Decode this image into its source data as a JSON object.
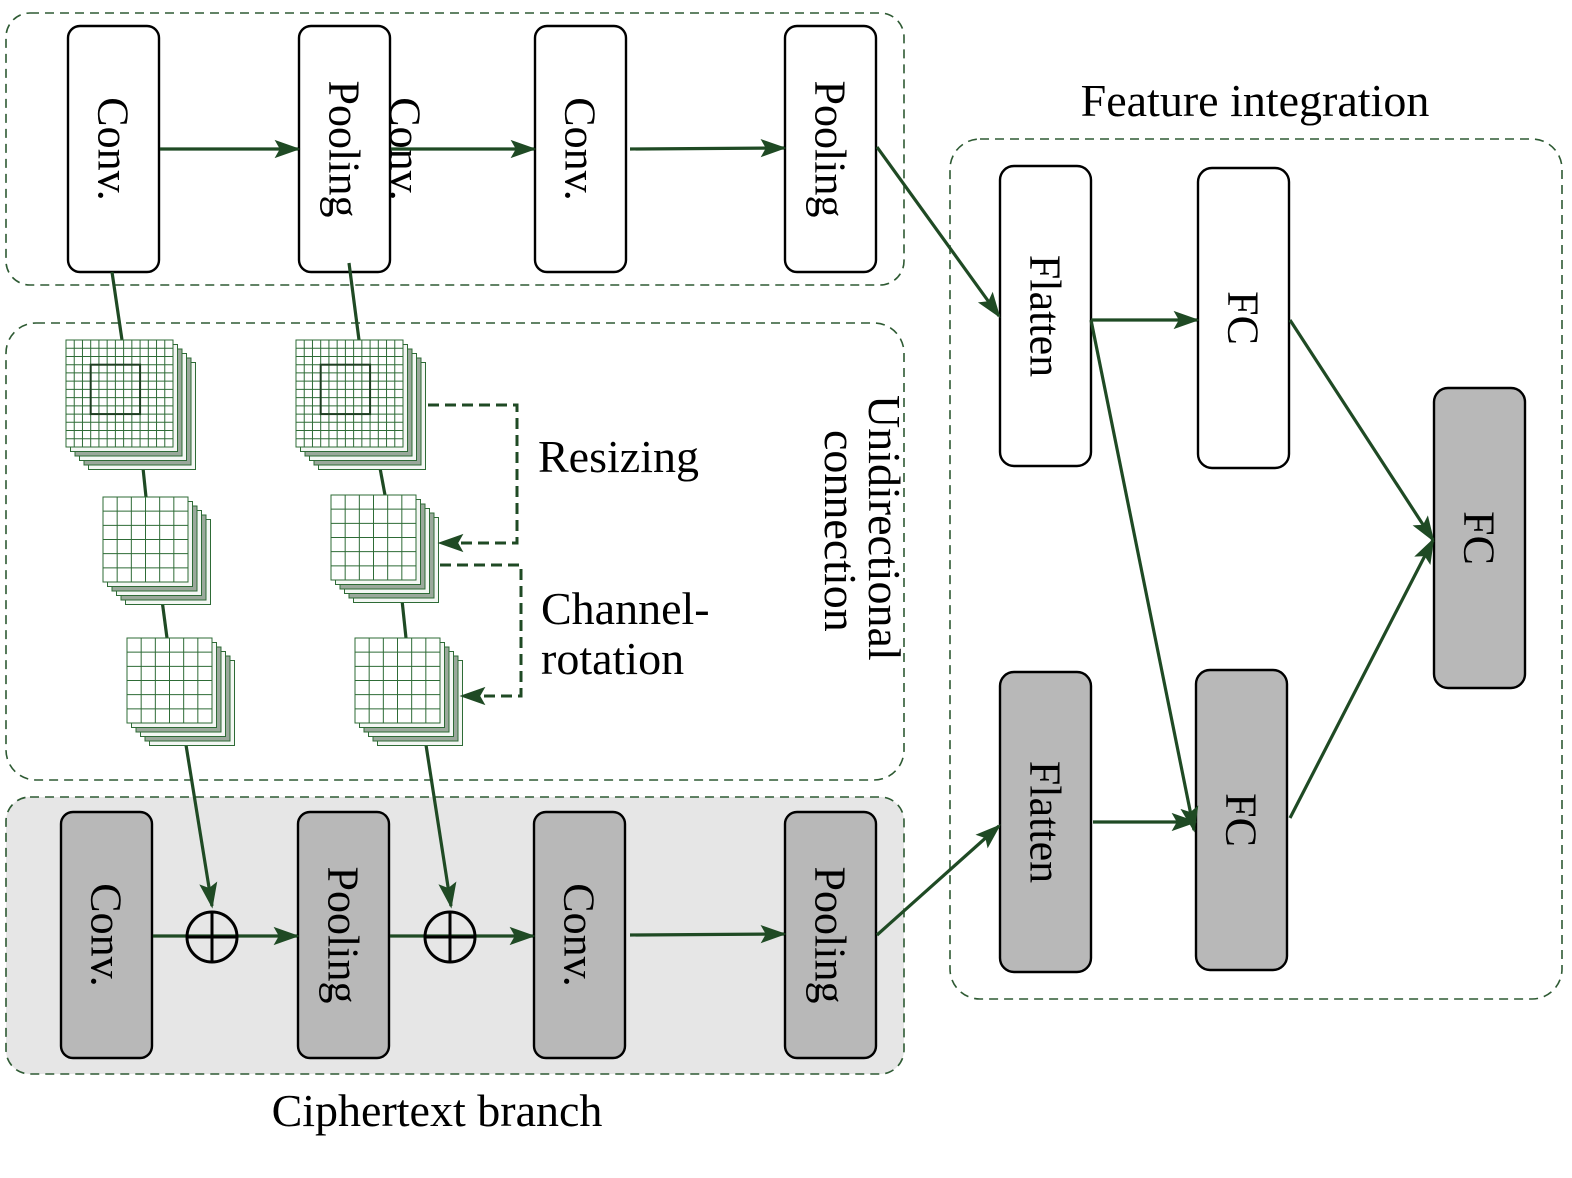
{
  "colors": {
    "arrow": "#1f4a24",
    "dash_border": "#2e5a33",
    "block_white_fill": "#ffffff",
    "block_gray_fill": "#b8b8b8",
    "cipher_panel_fill": "#e6e6e6",
    "grid_line": "#2e6b36",
    "stack_shade": "#9aa89b"
  },
  "labels": {
    "feature_integration": "Feature integration",
    "ciphertext_branch": "Ciphertext branch",
    "unidirectional": "Unidirectional",
    "connection": "connection",
    "resizing": "Resizing",
    "channel": "Channel-",
    "rotation": "rotation"
  },
  "plain_branch": {
    "blocks": [
      "Conv.",
      "Pooling",
      "Conv.",
      "Pooling"
    ],
    "stray_text": "Conv."
  },
  "cipher_branch": {
    "blocks": [
      "Conv.",
      "Pooling",
      "Conv.",
      "Pooling"
    ]
  },
  "feature_blocks": {
    "flatten_top": "Flatten",
    "fc_top": "FC",
    "flatten_bottom": "Flatten",
    "fc_bottom": "FC",
    "fc_final": "FC"
  },
  "icons": {
    "add": "circle-plus-icon",
    "feature_map": "grid-stack-icon"
  }
}
